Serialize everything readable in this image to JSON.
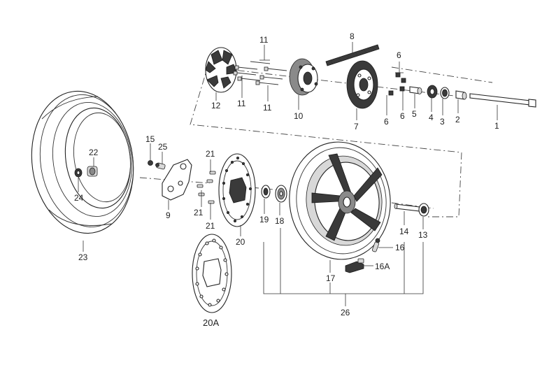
{
  "labels": {
    "p1": "1",
    "p2": "2",
    "p3": "3",
    "p4": "4",
    "p5": "5",
    "p6a": "6",
    "p6b": "6",
    "p6c": "6",
    "p7": "7",
    "p8": "8",
    "p9": "9",
    "p10": "10",
    "p11a": "11",
    "p11b": "11",
    "p11c": "11",
    "p12": "12",
    "p13": "13",
    "p14": "14",
    "p15": "15",
    "p16": "16",
    "p16a": "16A",
    "p17": "17",
    "p18": "18",
    "p19": "19",
    "p20": "20",
    "p20a": "20A",
    "p21a": "21",
    "p21b": "21",
    "p21c": "21",
    "p22": "22",
    "p23": "23",
    "p24": "24",
    "p25": "25",
    "p26": "26"
  },
  "colors": {
    "line": "#222222",
    "part_dark": "#3a3a3a",
    "part_mid": "#8a8a8a",
    "part_light": "#d8d8d8",
    "background": "#ffffff"
  }
}
